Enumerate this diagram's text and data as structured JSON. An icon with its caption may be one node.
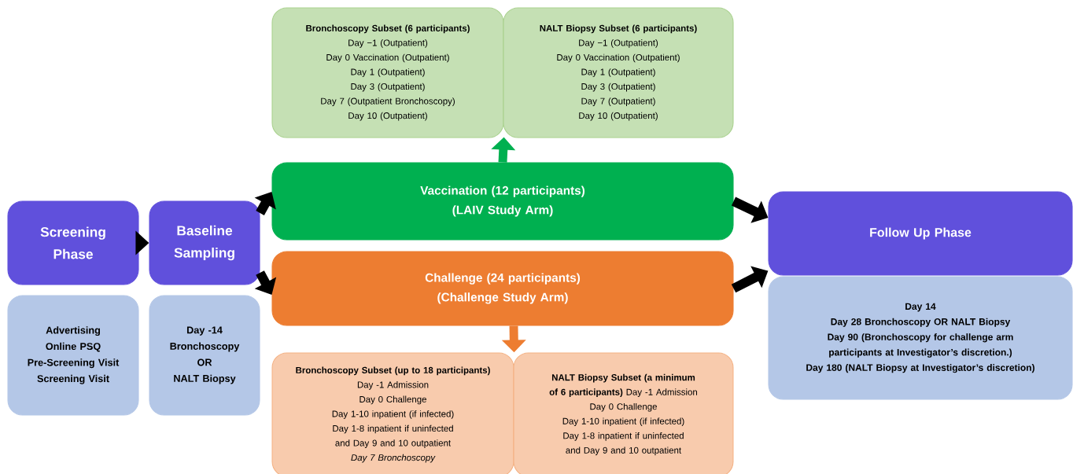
{
  "diagram": {
    "nodes": [
      {
        "text": [
          "Screening Phase"
        ]
      },
      {
        "text": [
          "Baseline Sampling"
        ]
      },
      {
        "text": [
          "Vaccination (12 participants)",
          "(LAIV Study Arm)"
        ]
      },
      {
        "text": [
          "Challenge (24 participants)",
          "(Challenge Study Arm)"
        ]
      },
      {
        "text": [
          "Follow Up Phase"
        ]
      },
      {
        "text": [
          "Advertising",
          "Online PSQ",
          "Pre-Screening Visit",
          "Screening Visit"
        ]
      },
      {
        "text": [
          "Day -14",
          "Bronchoscopy",
          "OR",
          "NALT Biopsy"
        ]
      },
      {
        "text": [
          "Bronchoscopy Subset (6 participants)",
          "Day −1 (Outpatient)",
          "Day 0 Vaccination (Outpatient)",
          "Day 1 (Outpatient)",
          "Day 3 (Outpatient)",
          "Day 7 (Outpatient Bronchoscopy)",
          "Day 10 (Outpatient)"
        ]
      },
      {
        "text": [
          "NALT Biopsy Subset (6 participants)",
          "Day −1 (Outpatient)",
          "Day 0 Vaccination (Outpatient)",
          "Day 1 (Outpatient)",
          "Day 3 (Outpatient)",
          "Day 7 (Outpatient)",
          "Day 10 (Outpatient)"
        ]
      },
      {
        "text": [
          "Bronchoscopy Subset (up to 18 participants)",
          "Day -1 Admission",
          "Day 0 Challenge",
          "Day 1-10 inpatient (if infected)",
          "Day 1-8 inpatient if uninfected and Day 9 and 10 outpatient",
          "Day 7 Bronchoscopy"
        ]
      },
      {
        "text": [
          "NALT Biopsy Subset (a minimum of 6 participants)",
          "Day -1 Admission",
          "Day 0 Challenge",
          "Day 1-10 inpatient (if infected)",
          "Day 1-8 inpatient if uninfected and Day 9 and 10 outpatient"
        ]
      },
      {
        "text": [
          "Day 14",
          "Day 28 Bronchoscopy OR NALT Biopsy",
          "Day 90 (Bronchoscopy for challenge arm participants at Investigator’s discretion.)",
          "Day 180 (NALT Biopsy at Investigator’s discretion)"
        ]
      }
    ],
    "edges": [
      {
        "from": 0,
        "to": 1,
        "arrow": "to"
      },
      {
        "from": 1,
        "to": 2,
        "arrow": "to"
      },
      {
        "from": 1,
        "to": 3,
        "arrow": "to"
      },
      {
        "from": 2,
        "to": 4,
        "arrow": "to"
      },
      {
        "from": 3,
        "to": 4,
        "arrow": "to"
      },
      {
        "from": 2,
        "to": 7,
        "arrow": "to",
        "color": "#00b050"
      },
      {
        "from": 2,
        "to": 8,
        "arrow": "to",
        "color": "#00b050"
      },
      {
        "from": 3,
        "to": 9,
        "arrow": "to",
        "color": "#ed7d31"
      },
      {
        "from": 3,
        "to": 10,
        "arrow": "to",
        "color": "#ed7d31"
      }
    ]
  }
}
